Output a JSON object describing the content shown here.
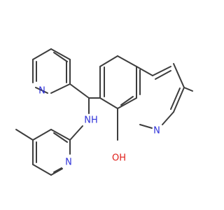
{
  "colors": {
    "bond": "#3d3d3d",
    "nitrogen": "#2f32d9",
    "oxygen": "#e0201b",
    "background": "#ffffff"
  },
  "labels": {
    "n_quinoline": "N",
    "n_pyridine_top": "N",
    "nh": "NH",
    "n_methylpyridine": "N",
    "oh": "OH"
  }
}
